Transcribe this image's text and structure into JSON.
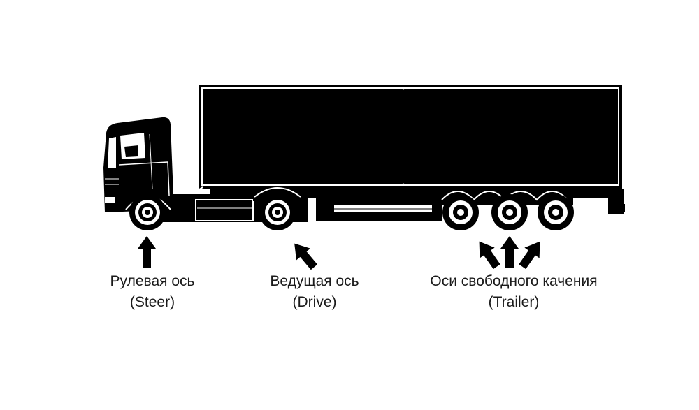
{
  "colors": {
    "background": "#ffffff",
    "vehicle": "#000000",
    "outline": "#ffffff",
    "text": "#1a1a1a"
  },
  "labels": {
    "steer": {
      "ru": "Рулевая ось",
      "en": "(Steer)"
    },
    "drive": {
      "ru": "Ведущая ось",
      "en": "(Drive)"
    },
    "trailer": {
      "ru": "Оси свободного качения",
      "en": "(Trailer)"
    }
  }
}
